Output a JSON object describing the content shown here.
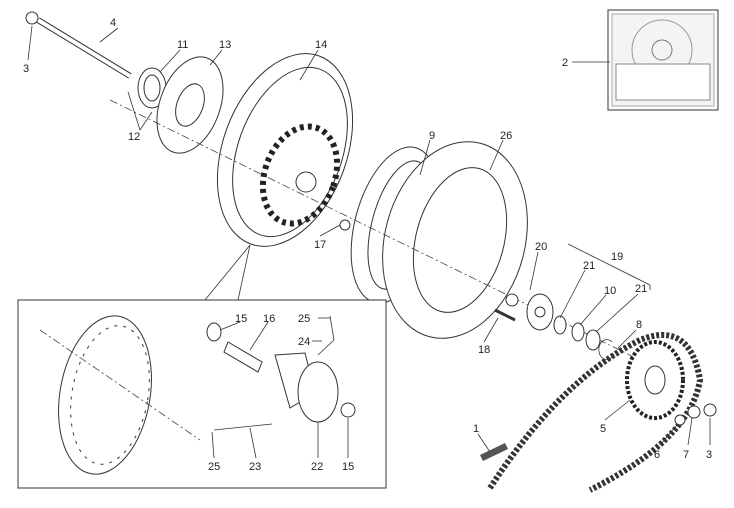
{
  "diagram": {
    "title": "Rear wheel exploded view",
    "callouts": [
      "4",
      "3",
      "11",
      "13",
      "14",
      "12",
      "2",
      "9",
      "26",
      "17",
      "20",
      "19",
      "21",
      "10",
      "21",
      "8",
      "18",
      "15",
      "16",
      "25",
      "24",
      "5",
      "6",
      "7",
      "3",
      "1",
      "25",
      "23",
      "22",
      "15"
    ]
  }
}
